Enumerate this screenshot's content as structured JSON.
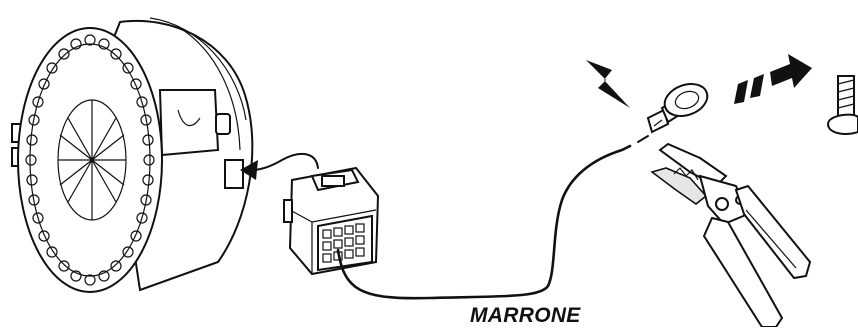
{
  "wire_label": "MARRONE",
  "colors": {
    "line": "#111111",
    "background": "#ffffff",
    "fill_light": "#e6e6e6"
  },
  "components": [
    "round-harness-connector",
    "multi-pin-plug",
    "brown-wire",
    "ring-terminal",
    "crimping-pliers",
    "ground-screw"
  ]
}
